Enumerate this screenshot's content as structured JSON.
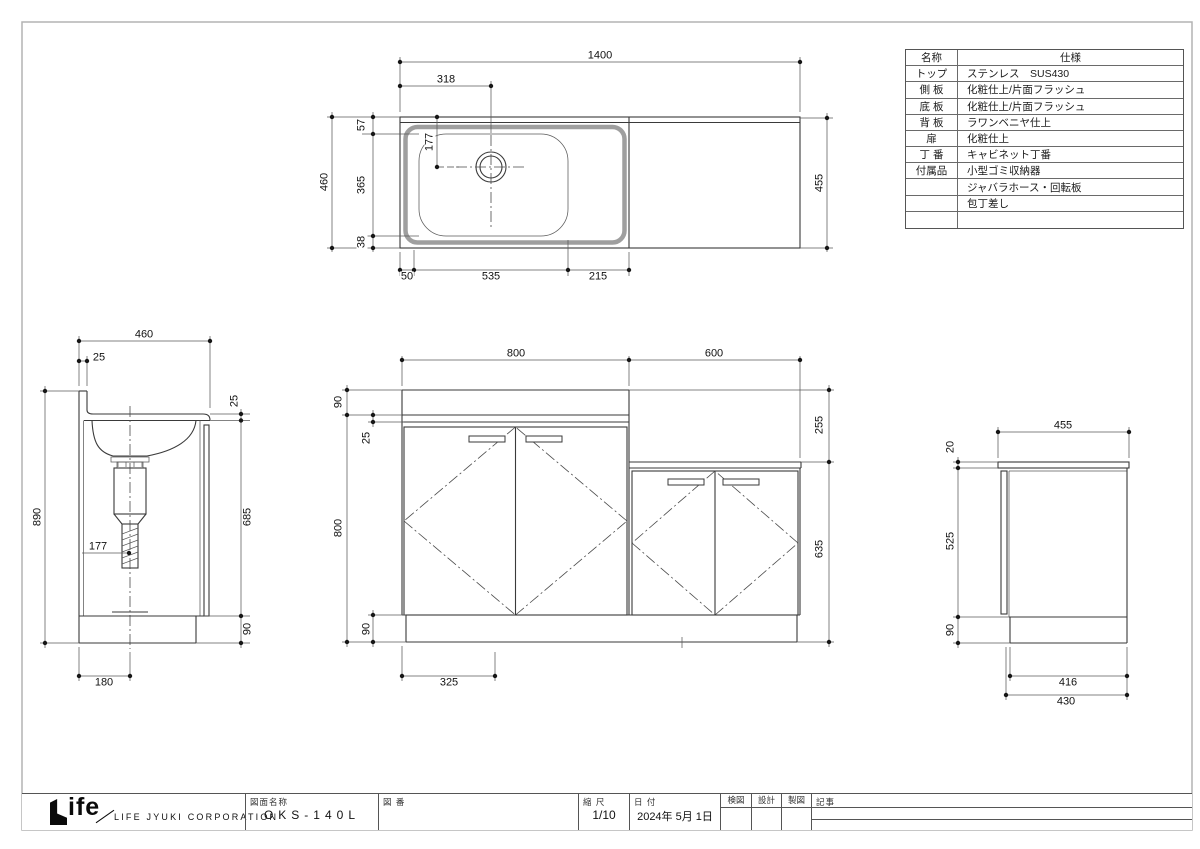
{
  "sheet": {
    "background": "#ffffff",
    "border_color": "#b3b3b3"
  },
  "spec_table": {
    "header": {
      "name": "名称",
      "spec": "仕様"
    },
    "rows": [
      {
        "label": "トップ",
        "value": "ステンレス　SUS430"
      },
      {
        "label": "側 板",
        "value": "化粧仕上/片面フラッシュ"
      },
      {
        "label": "底 板",
        "value": "化粧仕上/片面フラッシュ"
      },
      {
        "label": "背 板",
        "value": "ラワンベニヤ仕上"
      },
      {
        "label": "扉",
        "value": "化粧仕上"
      },
      {
        "label": "丁 番",
        "value": "キャビネット丁番"
      },
      {
        "label": "付属品",
        "value": "小型ゴミ収納器"
      },
      {
        "label": "",
        "value": "ジャバラホース・回転板"
      },
      {
        "label": "",
        "value": "包丁差し"
      },
      {
        "label": "",
        "value": ""
      }
    ]
  },
  "title_block": {
    "logo_text": "ife",
    "company": "LIFE JYUKI CORPORATION",
    "drawing_name_label": "図面名称",
    "drawing_name": "OKS-140L",
    "drawing_no_label": "図 番",
    "scale_label": "縮 尺",
    "scale": "1/10",
    "date_label": "日 付",
    "date": "2024年 5月 1日",
    "check_label": "検図",
    "design_label": "設計",
    "draft_label": "製図",
    "notes_label": "記事"
  },
  "views": {
    "plan": {
      "dims": {
        "overall_width": "1400",
        "drain_offset": "318",
        "drain_from_back": "177",
        "back_to_bowl": "57",
        "bowl_depth": "365",
        "bowl_to_front": "38",
        "counter_depth": "460",
        "right_counter_depth": "455",
        "left_margin": "50",
        "bowl_width": "535",
        "bowl_to_divider": "215"
      }
    },
    "front": {
      "dims": {
        "left_width": "800",
        "right_width": "600",
        "backsplash_height": "90",
        "counter_gap": "25",
        "cabinet_height": "800",
        "toe_kick_height": "90",
        "right_top_drop": "255",
        "right_cabinet_height": "635",
        "door_center_offset": "325"
      }
    },
    "side_left": {
      "dims": {
        "depth": "460",
        "backsplash_thickness": "25",
        "counter_thickness": "25",
        "overall_height": "890",
        "body_height": "685",
        "toe_kick_height": "90",
        "drain_from_back": "177",
        "drain_offset": "180"
      }
    },
    "side_right": {
      "dims": {
        "depth": "455",
        "counter_thickness": "20",
        "body_height": "525",
        "toe_kick_height": "90",
        "toe_kick_depth": "416",
        "body_depth": "430"
      }
    }
  }
}
